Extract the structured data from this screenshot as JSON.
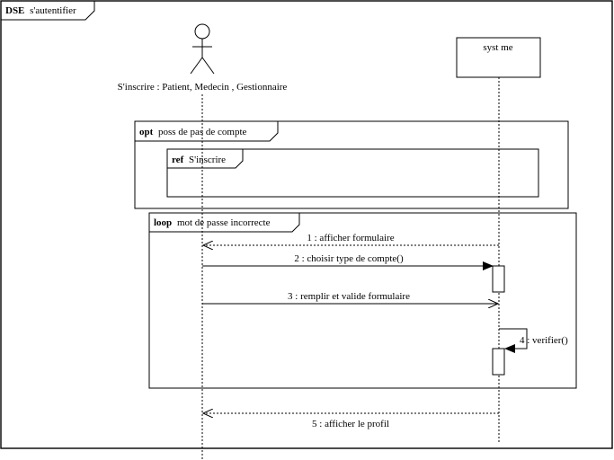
{
  "diagram": {
    "type": "sequence",
    "frame": {
      "keyword": "DSE",
      "title": "s'autentifier"
    },
    "lifelines": [
      {
        "id": "actor",
        "kind": "actor",
        "label": "S'inscrire : Patient, Medecin , Gestionnaire"
      },
      {
        "id": "system",
        "kind": "object",
        "label": "syst  me"
      }
    ],
    "fragments": [
      {
        "operator": "opt",
        "guard": "poss  de pas de compte"
      },
      {
        "operator": "ref",
        "guard": "S'inscrire"
      },
      {
        "operator": "loop",
        "guard": "mot de passe incorrecte"
      }
    ],
    "messages": [
      {
        "label": "1 : afficher formulaire",
        "from": "system",
        "to": "actor",
        "style": "return"
      },
      {
        "label": "2 : choisir type de compte()",
        "from": "actor",
        "to": "system",
        "style": "sync"
      },
      {
        "label": "3 : remplir et valide formulaire",
        "from": "actor",
        "to": "system",
        "style": "async"
      },
      {
        "label": "4 : verifier()",
        "from": "system",
        "to": "system",
        "style": "self"
      },
      {
        "label": "5 : afficher le profil",
        "from": "system",
        "to": "actor",
        "style": "return"
      }
    ]
  }
}
